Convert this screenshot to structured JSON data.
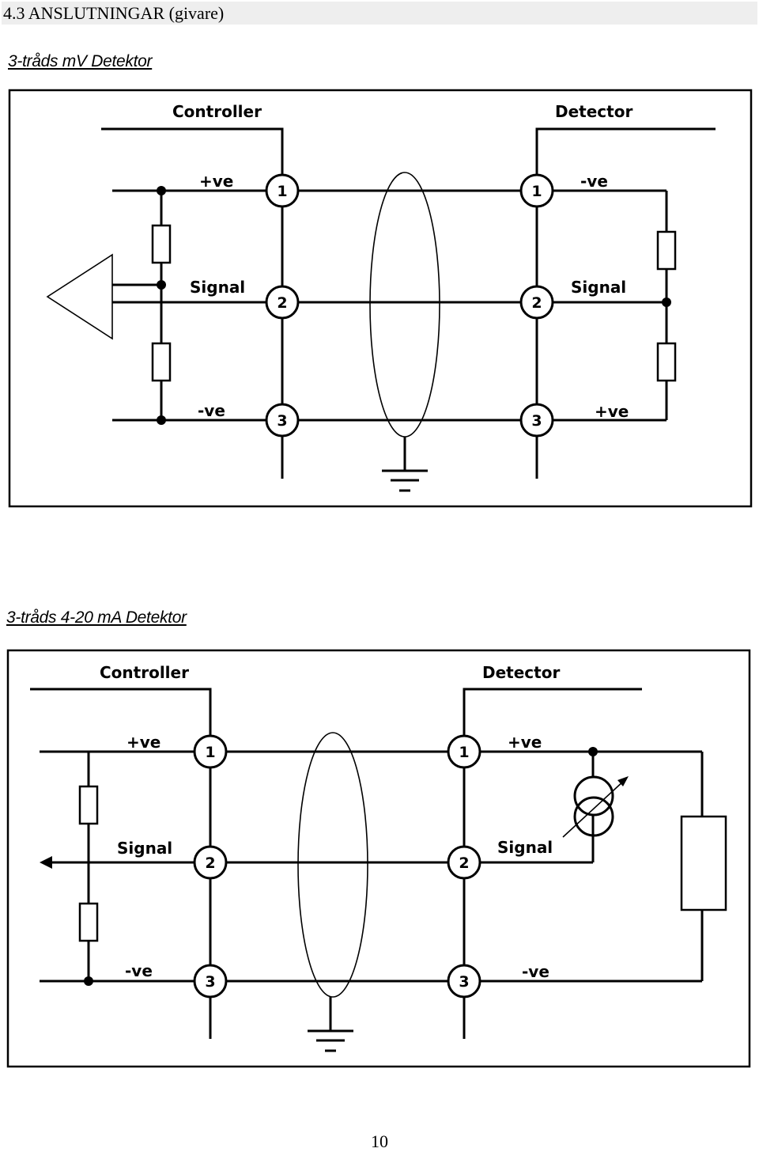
{
  "section": {
    "heading": "4.3 ANSLUTNINGAR (givare)"
  },
  "figures": [
    {
      "title": "3-tråds mV Detektor",
      "controller_label": "Controller",
      "detector_label": "Detector",
      "controller_terms": [
        "+ve",
        "Signal",
        "-ve"
      ],
      "detector_terms": [
        "-ve",
        "Signal",
        "+ve"
      ],
      "terminals": [
        "1",
        "2",
        "3"
      ]
    },
    {
      "title": "3-tråds 4-20 mA Detektor",
      "controller_label": "Controller",
      "detector_label": "Detector",
      "controller_terms": [
        "+ve",
        "Signal",
        "-ve"
      ],
      "detector_terms": [
        "+ve",
        "Signal",
        "-ve"
      ],
      "terminals": [
        "1",
        "2",
        "3"
      ]
    }
  ],
  "footer": {
    "page_number": "10"
  }
}
